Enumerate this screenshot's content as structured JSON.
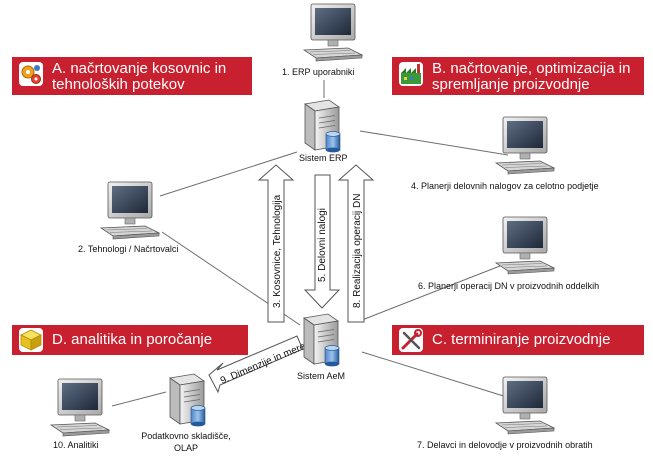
{
  "banners": {
    "a": "A. načrtovanje kosovnic in tehnoloških potekov",
    "b": "B. načrtovanje, optimizacija in spremljanje proizvodnje",
    "c": "C. terminiranje proizvodnje",
    "d": "D. analitika in poročanje"
  },
  "nodes": {
    "erp_users": "1. ERP uporabniki",
    "technologists": "2. Tehnologi / Načrtovalci",
    "planners_company": "4. Planerji delovnih nalogov za celotno podjetje",
    "planners_dept": "6. Planerji operacij DN v proizvodnih oddelkih",
    "workers": "7. Delavci in delovodje v proizvodnih obratih",
    "analysts": "10. Analitiki",
    "erp_system": "Sistem ERP",
    "aem_system": "Sistem AeM",
    "warehouse_line1": "Podatkovno skladišče,",
    "warehouse_line2": "OLAP"
  },
  "arrows": {
    "bom": "3. Kosovnice, Tehnologija",
    "work_orders": "5. Delovni nalogi",
    "realization": "8. Realizacija operacij DN",
    "dimensions": "9. Dimenzije in mere"
  },
  "icons": {
    "a": "gears-icon",
    "b": "factory-icon",
    "c": "tools-icon",
    "d": "cube-icon"
  },
  "colors": {
    "banner": "#c8202f"
  }
}
